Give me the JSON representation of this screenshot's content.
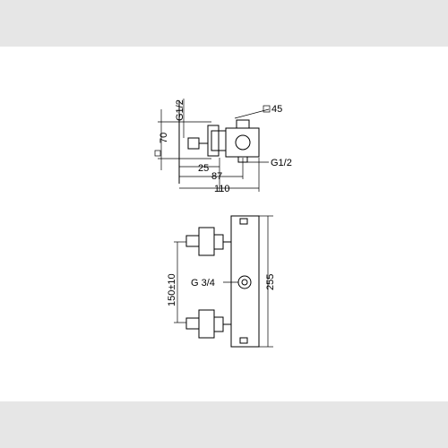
{
  "top_view": {
    "labels": {
      "inlet_thread_left": "G1/2",
      "square_70": "70",
      "square_45": "45",
      "inlet_thread_right": "G1/2",
      "dim_25": "25",
      "dim_87": "87",
      "dim_110": "110"
    }
  },
  "front_view": {
    "labels": {
      "outlet_thread": "G 3/4",
      "height": "255",
      "inlet_spacing": "150±10"
    }
  }
}
